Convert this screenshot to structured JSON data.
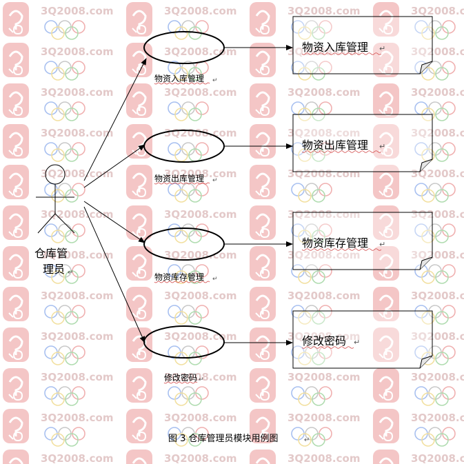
{
  "watermark": {
    "text": "3Q2008.com"
  },
  "actor": {
    "label_line1": "仓库管",
    "label_line2": "理员"
  },
  "use_cases": [
    {
      "label": "物资入库管理",
      "note": "物资入库管理"
    },
    {
      "label": "物资出库管理",
      "note": "物资出库管理"
    },
    {
      "label": "物资库存管理",
      "note": "物资库存管理"
    },
    {
      "label": "修改密码",
      "note": "修改密码"
    }
  ],
  "caption": "图 3  仓库管理员模块用例图",
  "paragraph_mark": "↵",
  "colors": {
    "watermark_logo": "#f4c6c6",
    "watermark_text": "#e3c9c9",
    "line": "#000000",
    "spellcheck": "#d04040"
  }
}
